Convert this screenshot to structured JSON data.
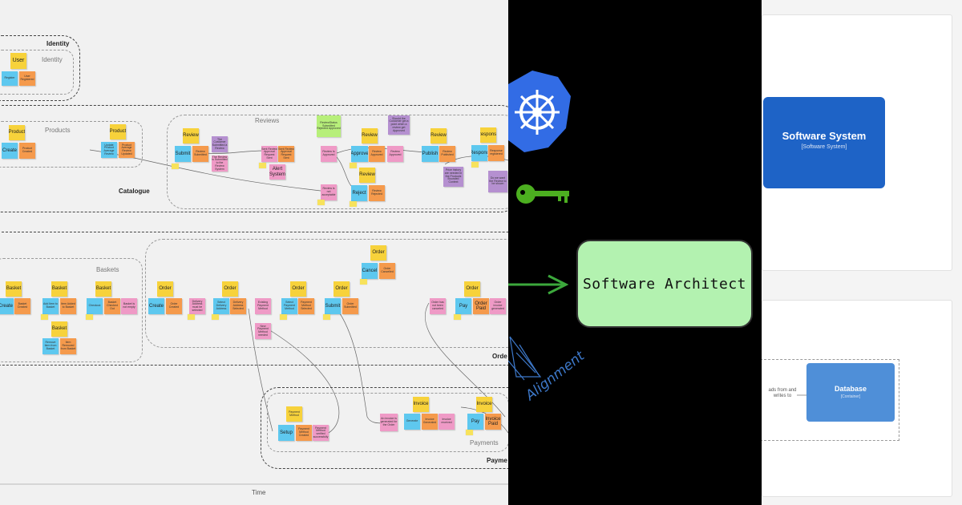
{
  "event_storming": {
    "zones": {
      "identity": "Identity",
      "identity_inner": "Identity",
      "products": "Products",
      "reviews": "Reviews",
      "catalogue": "Catalogue",
      "baskets": "Baskets",
      "orders": "Orde",
      "payments_inner": "Payments",
      "payments": "Payme"
    },
    "time_label": "Time",
    "identity_notes": {
      "aggregate": "User",
      "command": "Register",
      "event": "User Registered"
    },
    "products_notes": {
      "aggregate1": "Product",
      "command": "Create",
      "event1": "Product Created",
      "aggregate2": "Product",
      "cmd2": "Update Product Average Review",
      "event2": "Product Average Review Updated"
    },
    "reviews_notes": {
      "review1": "Review",
      "submit": "Submit",
      "review_submitted": "Review Submitted",
      "purple1": "The Customer Submitted a Review",
      "policy1": "The Review is Submitted to the Review System",
      "sent_review": "Sent Review Approval Request Sent",
      "alert": "Alert System",
      "green": "ReviewStatus Submitted Rejected Approved",
      "review2": "Review",
      "approve": "Approve",
      "review_approved": "Review Approved",
      "review_published_purple": "Should the Customer get a point when a review get Approved",
      "review3": "Review",
      "publish": "Publish",
      "review_published": "Review Published",
      "response_policy": "Review Is Approved",
      "review4": "Review",
      "reject": "Reject",
      "review_rejected": "Review Rejected",
      "reject_policy": "Review is not acceptable",
      "purple_prices": "Price history are needed in the Products Bounded Context",
      "response": "Response",
      "respond": "Respond",
      "response_registered": "Response registered",
      "purple_right": "Do we want the Review to be shown"
    },
    "baskets_notes": {
      "basket1": "Basket",
      "create": "Create",
      "basket_created": "Basket Created",
      "basket2": "Basket",
      "add_item": "Add Item to Basket",
      "item_added": "Item Added to Basket",
      "basket3": "Basket",
      "checkout": "Checkout",
      "checked_out": "Basket Checked Out",
      "not_empty": "Basket is not empty",
      "basket4": "Basket",
      "remove_item": "Remove Item from Basket",
      "item_removed": "Item Removed from Basket"
    },
    "orders_notes": {
      "order1": "Order",
      "create": "Create",
      "order_created": "Order Created",
      "delivery_policy": "Delivery Address must be selected",
      "order2": "Order",
      "select_address": "Select Delivery Address",
      "address_selected": "Delivery Address Selected",
      "existing_payment": "Existing Payment Method",
      "new_payment": "New Payment Method needed",
      "order3": "Order",
      "select_payment": "Select Payment Method",
      "payment_selected": "Payment Method Selected",
      "order4": "Order",
      "submit": "Submit",
      "order_submitted": "Order Submitted",
      "order5": "Order",
      "cancel": "Cancel",
      "order_cancelled": "Order Cancelled",
      "order_paid_policy": "Order has not been canceled",
      "order6": "Order",
      "pay": "Pay",
      "order_paid": "Order Paid",
      "invoice_policy": "Order invoice generated"
    },
    "payments_notes": {
      "payment_method": "Payment Method",
      "setup": "Setup",
      "pm_created": "Payment Method Created",
      "pm_verified": "Payment Method verified successfully",
      "invoice_purple": "An invoice is generated for the Order",
      "invoice1": "Invoice",
      "generate": "Generate",
      "invoice_generated": "Invoice Generated",
      "invoice_received": "Invoice received",
      "invoice2": "Invoice",
      "pay": "Pay",
      "invoice_paid": "Invoice Paid"
    }
  },
  "concept": {
    "architect_label": "Software Architect",
    "alignment_label": "Alignment",
    "kubernetes_icon": "kubernetes-icon",
    "key_icon": "key-icon",
    "arrow_icon": "arrow-right-icon",
    "colors": {
      "node_fill": "#b3f2b0",
      "node_stroke": "#333333",
      "kubernetes": "#326ce5",
      "key": "#4caf20",
      "arrow": "#3ca83c"
    }
  },
  "c4": {
    "system_title": "Software System",
    "system_subtitle": "[Software System]",
    "edge_label": "ads from and writes to",
    "db_title": "Database",
    "db_subtitle": "[Container]",
    "colors": {
      "system": "#1e63c6",
      "database": "#4f8fd8"
    }
  }
}
